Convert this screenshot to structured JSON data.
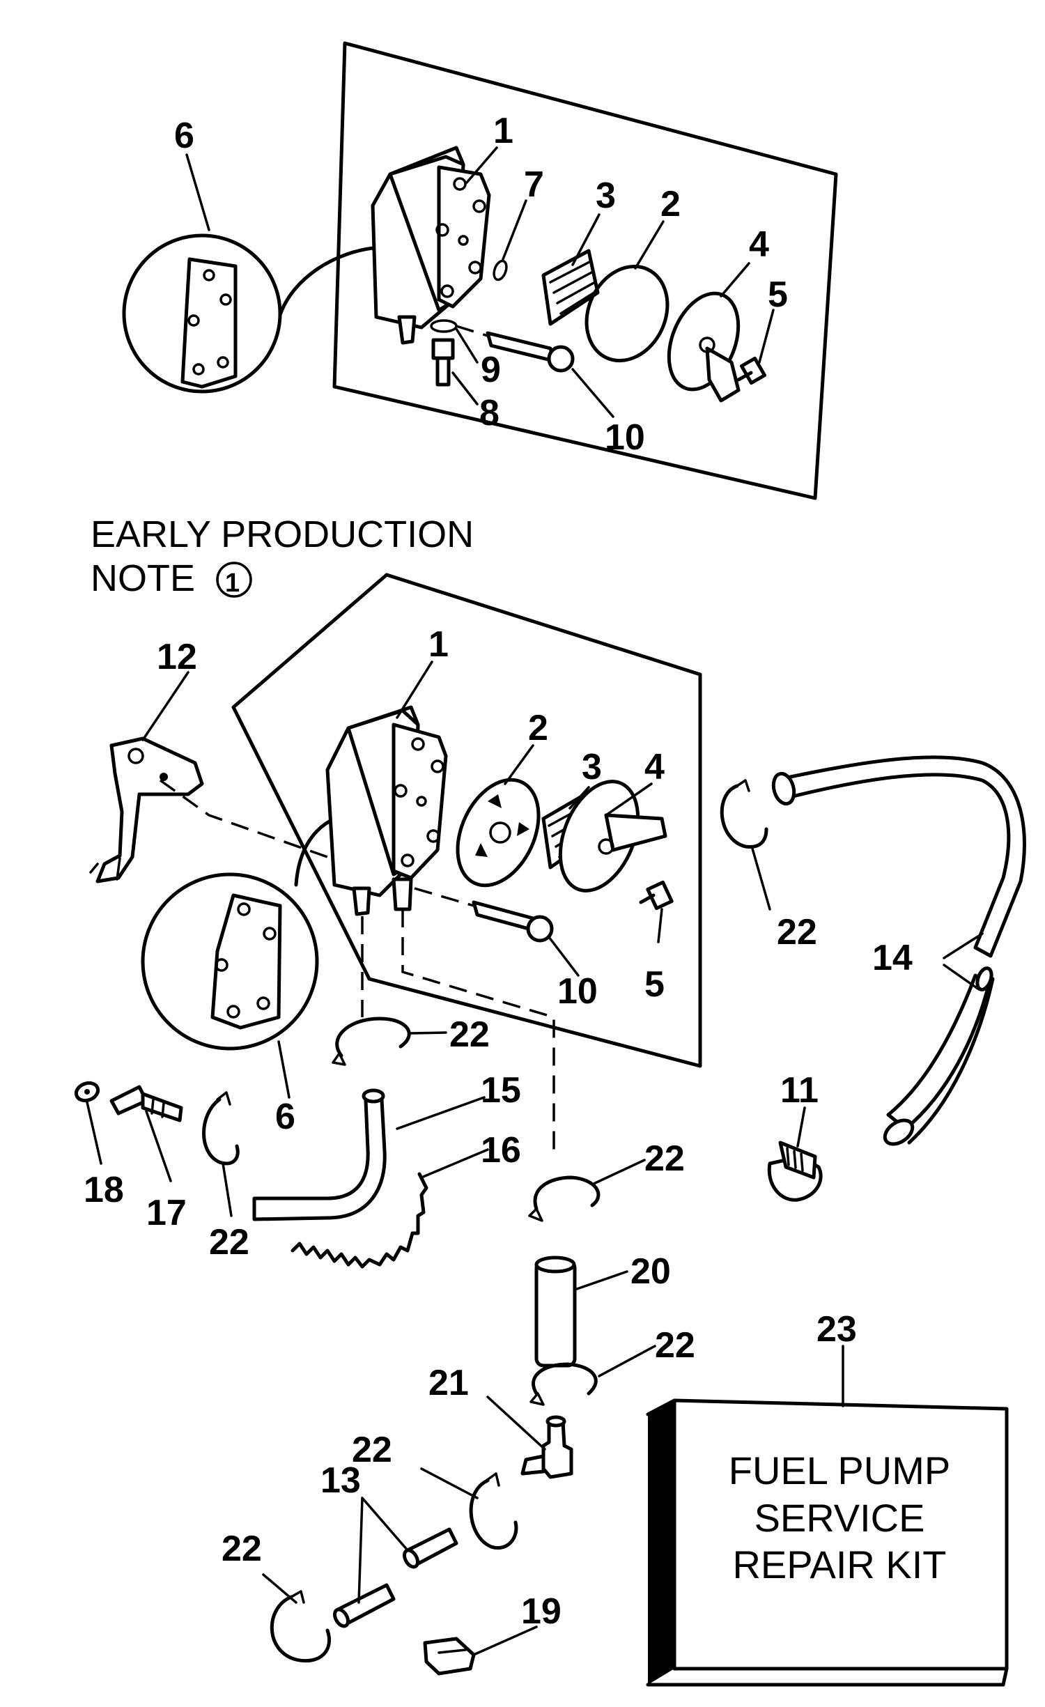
{
  "labels": {
    "top": {
      "n1": "1",
      "n2": "2",
      "n3": "3",
      "n4": "4",
      "n5": "5",
      "n6": "6",
      "n7": "7",
      "n8": "8",
      "n9": "9",
      "n10": "10"
    },
    "bottom": {
      "n1": "1",
      "n2": "2",
      "n3": "3",
      "n4": "4",
      "n5": "5",
      "n6": "6",
      "n10": "10",
      "n11": "11",
      "n12": "12",
      "n13": "13",
      "n14": "14",
      "n15": "15",
      "n16": "16",
      "n17": "17",
      "n18": "18",
      "n19": "19",
      "n20": "20",
      "n21": "21",
      "n23": "23",
      "n22a": "22",
      "n22b": "22",
      "n22c": "22",
      "n22d": "22",
      "n22e": "22",
      "n22f": "22",
      "n22g": "22"
    }
  },
  "note": {
    "line1": "EARLY PRODUCTION",
    "line2": "NOTE",
    "circled": "1"
  },
  "kit": {
    "line1": "FUEL PUMP",
    "line2": "SERVICE",
    "line3": "REPAIR KIT"
  }
}
